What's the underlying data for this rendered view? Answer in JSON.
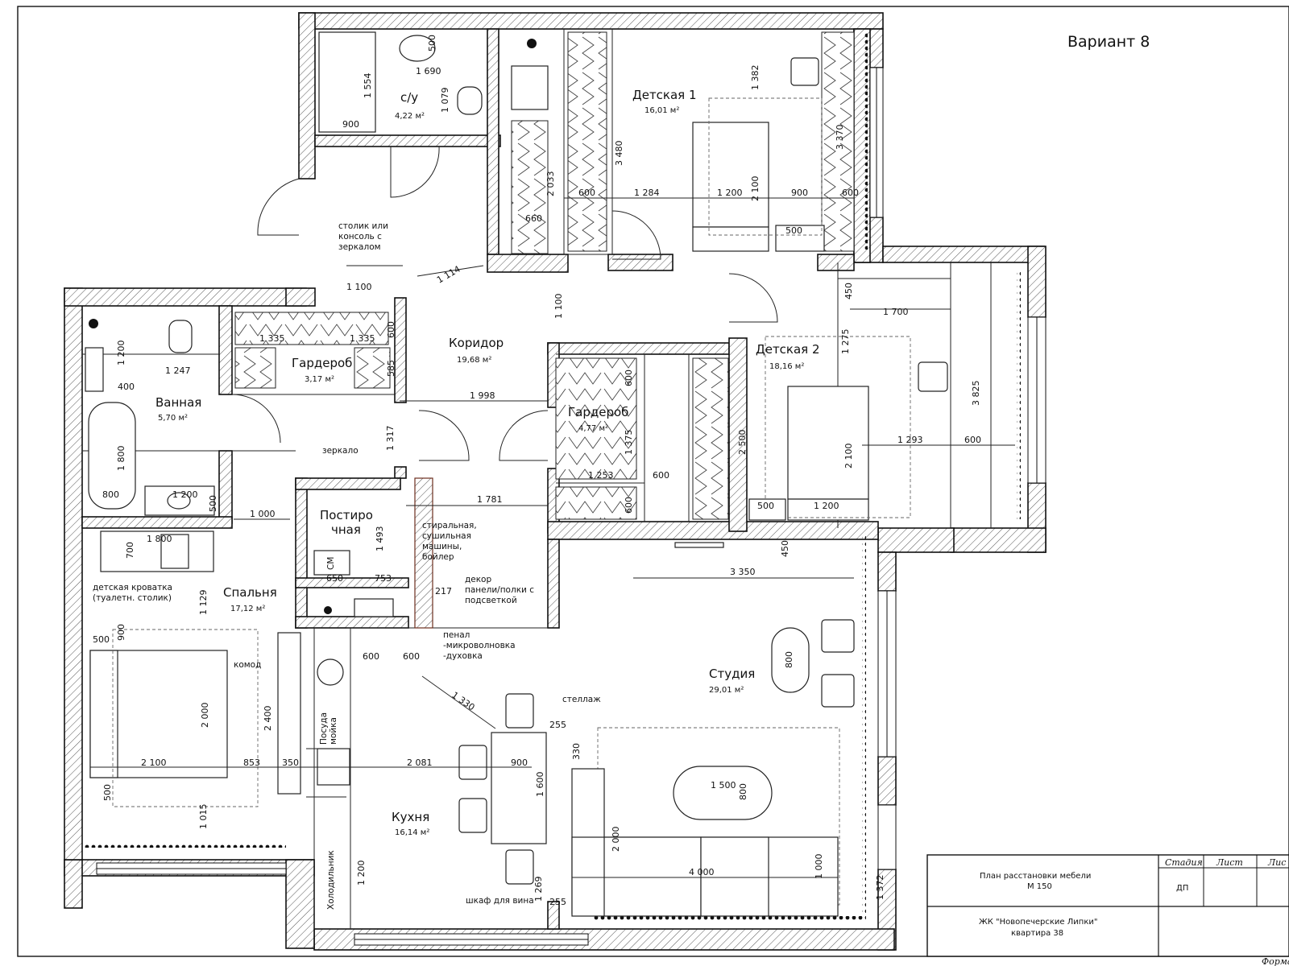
{
  "title": "Вариант 8",
  "rooms": {
    "wc": {
      "name": "с/у",
      "area": "4,22 м²"
    },
    "child1": {
      "name": "Детская 1",
      "area": "16,01 м²"
    },
    "corridor": {
      "name": "Коридор",
      "area": "19,68 м²"
    },
    "wardrobe1": {
      "name": "Гардероб",
      "area": "3,17 м²"
    },
    "bath": {
      "name": "Ванная",
      "area": "5,70 м²"
    },
    "child2": {
      "name": "Детская 2",
      "area": "18,16 м²"
    },
    "wardrobe2": {
      "name": "Гардероб",
      "area": "4,77 м²"
    },
    "laundry": {
      "name1": "Постиро",
      "name2": "чная"
    },
    "bedroom": {
      "name": "Спальня",
      "area": "17,12 м²"
    },
    "studio": {
      "name": "Студия",
      "area": "29,01 м²"
    },
    "kitchen": {
      "name": "Кухня",
      "area": "16,14 м²"
    }
  },
  "notes": {
    "console": [
      "столик или",
      "консоль с",
      "зеркалом"
    ],
    "mirror": "зеркало",
    "washer": [
      "стиральная,",
      "сушильная",
      "машины,",
      "бойлер"
    ],
    "decor": [
      "декор",
      "панели/полки с",
      "подсветкой"
    ],
    "penal": [
      "пенал",
      "-микроволновка",
      "-духовка"
    ],
    "crib": [
      "детская кроватка",
      "(туалетн. столик)"
    ],
    "dresser": "комод",
    "shelf": "стеллаж",
    "wine": "шкаф для вина",
    "fridge": "Холодильник",
    "dishwasher": [
      "Посуда",
      "мойка"
    ],
    "sm": "СМ"
  },
  "dims": {
    "d500a": "500",
    "d1690": "1 690",
    "d1554": "1 554",
    "d1079": "1 079",
    "d900a": "900",
    "d1382": "1 382",
    "d3480": "3 480",
    "d3370": "3 370",
    "d2033": "2 033",
    "d600a": "600",
    "d1284": "1 284",
    "d1200a": "1 200",
    "d2100a": "2 100",
    "d900b": "900",
    "d600b": "600",
    "d660": "660",
    "d500b": "500",
    "d1114": "1 114",
    "d1100a": "1 100",
    "d1100b": "1 100",
    "d450a": "450",
    "d1700": "1 700",
    "d1275": "1 275",
    "d1335a": "1 335",
    "d1335b": "1 335",
    "d600c": "600",
    "d1200b": "1 200",
    "d1247": "1 247",
    "d400": "400",
    "d585": "585",
    "d1998": "1 998",
    "d600d": "600",
    "d3825": "3 825",
    "d1800a": "1 800",
    "d1317": "1 317",
    "d1375": "1 375",
    "d2500": "2 500",
    "d2100b": "2 100",
    "d1293": "1 293",
    "d600e": "600",
    "d800a": "800",
    "d1200c": "1 200",
    "d500c": "500",
    "d1253": "1 253",
    "d600f": "600",
    "d1781": "1 781",
    "d600g": "600",
    "d500d": "500",
    "d1200d": "1 200",
    "d1000a": "1 000",
    "d1493": "1 493",
    "d1800b": "1 800",
    "d700": "700",
    "d450b": "450",
    "d650": "650",
    "d753": "753",
    "d3350": "3 350",
    "d217": "217",
    "d1129": "1 129",
    "d500e": "500",
    "d900c": "900",
    "d600h": "600",
    "d600i": "600",
    "d800b": "800",
    "d1330": "1 330",
    "d2000a": "2 000",
    "d2400": "2 400",
    "d2100c": "2 100",
    "d853": "853",
    "d350": "350",
    "d2081": "2 081",
    "d900d": "900",
    "d255a": "255",
    "d330": "330",
    "d1600": "1 600",
    "d1500": "1 500",
    "d800c": "800",
    "d500f": "500",
    "d1015": "1 015",
    "d1200e": "1 200",
    "d2000b": "2 000",
    "d4000": "4 000",
    "d1000b": "1 000",
    "d1269": "1 269",
    "d255b": "255",
    "d1372": "1 372"
  },
  "title_block": {
    "plan": [
      "План расстановки мебели",
      "М 150"
    ],
    "stage_label": "Стадия",
    "sheet_label": "Лист",
    "sheets_label": "Лис",
    "stage_value": "ДП",
    "project": [
      "ЖК \"Новопечерские Липки\"",
      "квартира 38"
    ],
    "format": "Форма"
  }
}
